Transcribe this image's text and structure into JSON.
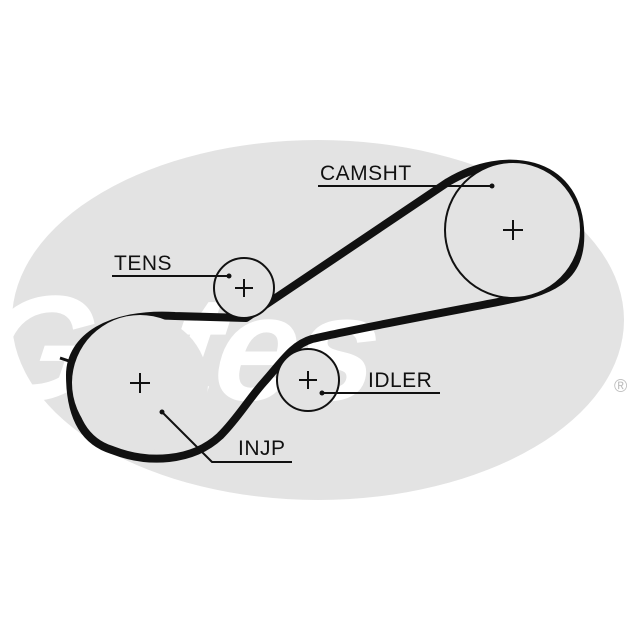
{
  "diagram": {
    "labels": {
      "camshaft": "CAMSHT",
      "tensioner": "TENS",
      "idler": "IDLER",
      "injection_pump": "INJP"
    }
  },
  "logo": {
    "text": "Gates",
    "registered_mark": "®"
  },
  "colors": {
    "belt": "#111111",
    "logo_background": "#e3e3e3",
    "logo_text": "#ffffff",
    "page": "#ffffff"
  }
}
